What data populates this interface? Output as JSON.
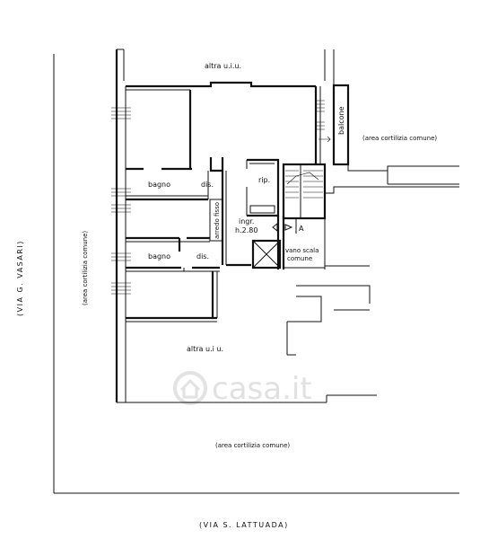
{
  "labels": {
    "top_unit": "altra u.i.u.",
    "bottom_unit": "altra u.i u.",
    "balcony": "balcone",
    "courtyard_right": "(area cortilizia comune)",
    "courtyard_left": "(area cortilizia comune)",
    "courtyard_bottom": "(area cortilizia comune)",
    "bath_1": "bagno",
    "bath_2": "bagno",
    "closet_1": "dis.",
    "closet_2": "dis.",
    "storage": "rip.",
    "wardrobe": "arredo fisso",
    "entrance": "ingr.",
    "height": "h.2.80",
    "stair_mark": "A",
    "stairwell_line1": "vano scala",
    "stairwell_line2": "comune"
  },
  "streets": {
    "left": "(VIA G. VASARI)",
    "bottom": "(VIA S. LATTUADA)"
  },
  "watermark": "casa.it",
  "colors": {
    "line": "#111111",
    "watermark": "#c9c9c9",
    "background": "#ffffff"
  }
}
